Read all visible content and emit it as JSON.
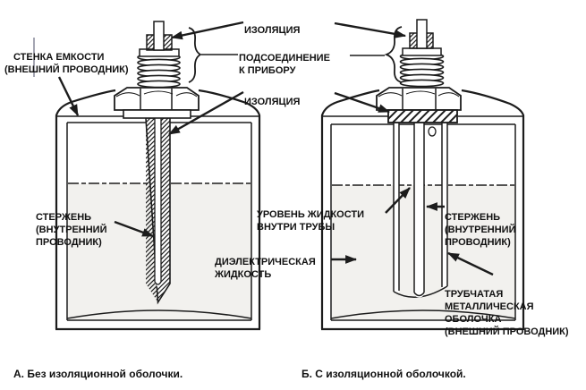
{
  "figure": {
    "labels": {
      "tank_wall": [
        "СТЕНКА ЕМКОСТИ",
        "(ВНЕШНИЙ ПРОВОДНИК)"
      ],
      "insulation_top": "ИЗОЛЯЦИЯ",
      "connection": [
        "ПОДСОЕДИНЕНИЕ",
        "К ПРИБОРУ"
      ],
      "insulation_bushing": "ИЗОЛЯЦИЯ",
      "rod_a": [
        "СТЕРЖЕНЬ",
        "(ВНУТРЕННИЙ",
        "ПРОВОДНИК)"
      ],
      "level_in_tube": [
        "УРОВЕНЬ ЖИДКОСТИ",
        "ВНУТРИ ТРУБЫ"
      ],
      "dielectric": [
        "ДИЭЛЕКТРИЧЕСКАЯ",
        "ЖИДКОСТЬ"
      ],
      "rod_b": [
        "СТЕРЖЕНЬ",
        "(ВНУТРЕННИЙ",
        "ПРОВОДНИК)"
      ],
      "sheath": [
        "ТРУБЧАТАЯ",
        "МЕТАЛЛИЧЕСКАЯ",
        "ОБОЛОЧКА",
        "(ВНЕШНИЙ ПРОВОДНИК)"
      ]
    },
    "captions": {
      "a": "А. Без изоляционной оболочки.",
      "b": "Б. С изоляционной оболочкой."
    },
    "colors": {
      "line": "#1c1c1c",
      "background": "#ffffff",
      "liquid": "#f2f1ee"
    }
  }
}
